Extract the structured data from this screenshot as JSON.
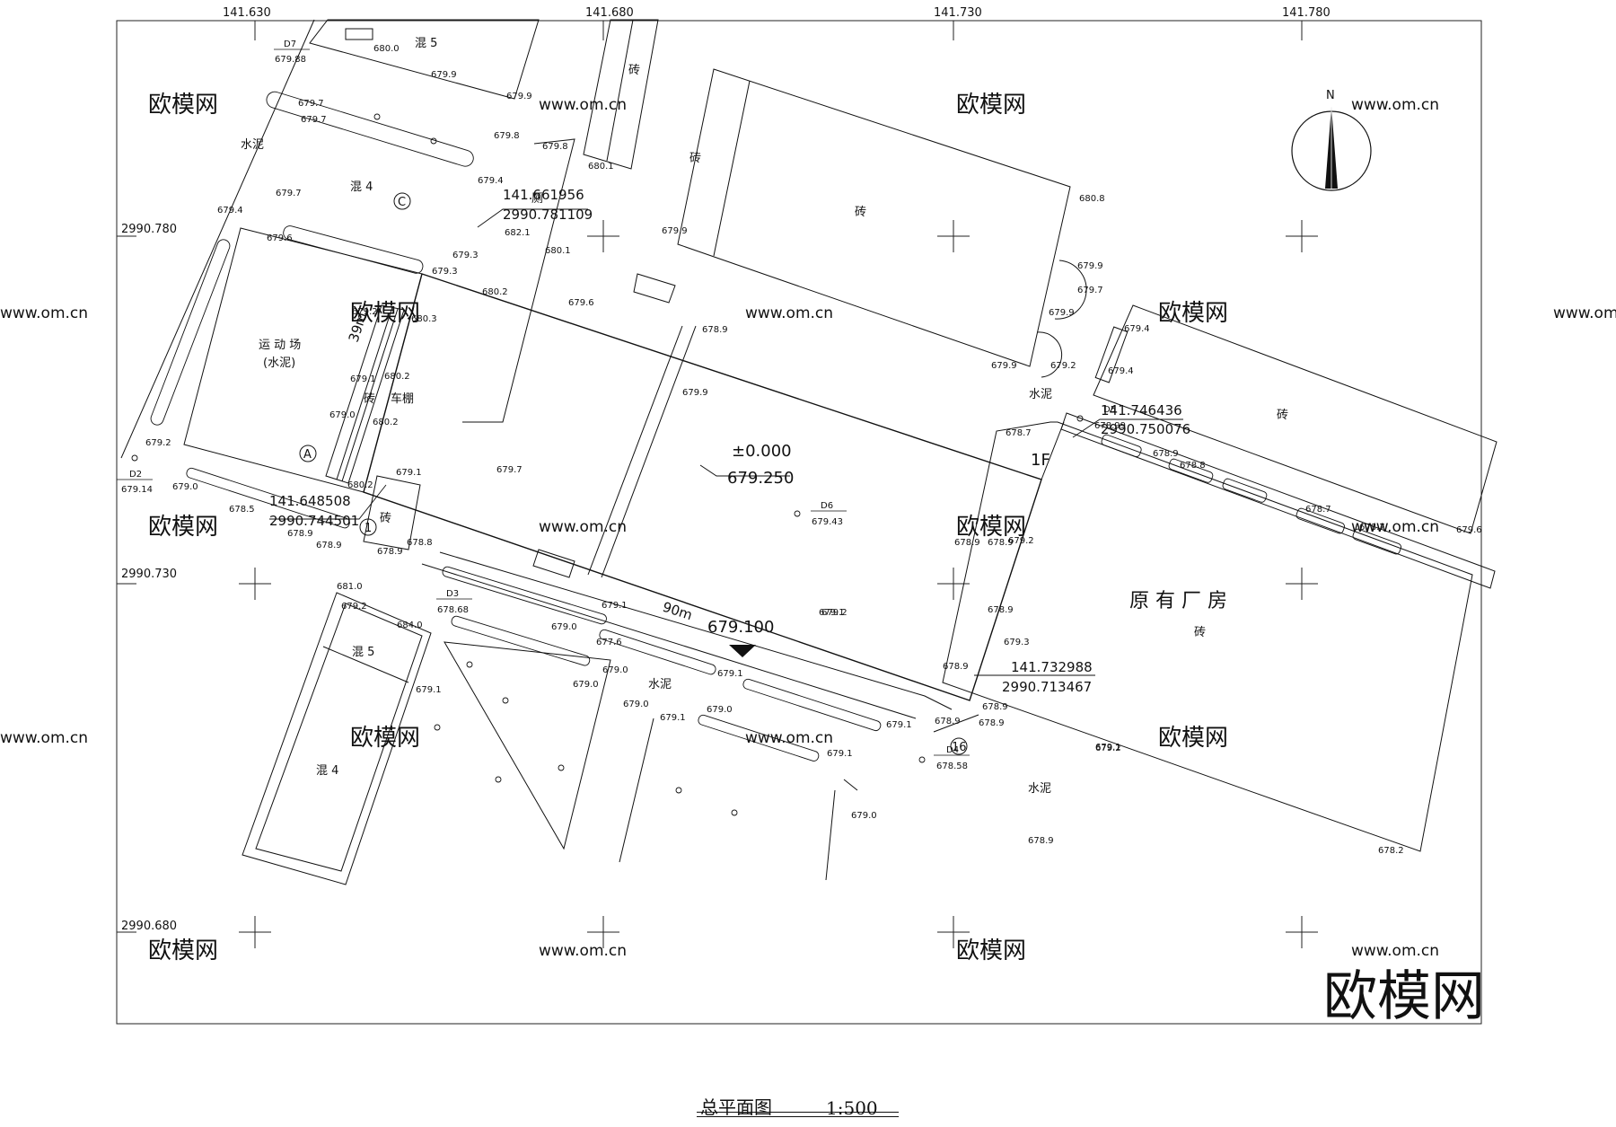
{
  "drawing": {
    "title": "总平面图",
    "scale": "1:500"
  },
  "grid": {
    "x_labels": [
      "141.630",
      "141.680",
      "141.730",
      "141.780"
    ],
    "y_labels": [
      "2990.780",
      "2990.730",
      "2990.680"
    ]
  },
  "north_arrow": {
    "label": "N"
  },
  "watermark": {
    "text": "欧模网",
    "url": "www.om.cn",
    "corner_text": "欧模网"
  },
  "buildings": {
    "hun5_top": "混 5",
    "hun4_top": "混 4",
    "brick_top1": "砖",
    "brick_top2": "砖",
    "brick_main": "砖",
    "brick_right": "砖",
    "existing_plant": "原 有 厂 房",
    "existing_plant_material": "砖",
    "hun5_bottom": "混 5",
    "hun4_bottom": "混 4",
    "bike_shed": "车棚",
    "bike_shed_material": "砖",
    "toilet": "厕",
    "small_brick": "砖",
    "floor_mark": "1F"
  },
  "areas": {
    "cement_left": "水泥",
    "sports_field": "运 动 场",
    "sports_field_sub": "(水泥)",
    "cement_mid": "水泥",
    "cement_right": "水泥",
    "cement_bottom": "水泥"
  },
  "axes": {
    "A": "A",
    "C": "C",
    "one": "1",
    "sixteen": "16"
  },
  "dims": {
    "width": "39m",
    "length": "90m"
  },
  "benchmarks": [
    {
      "name": "D7",
      "elev": "679.88"
    },
    {
      "name": "D2",
      "elev": "679.14"
    },
    {
      "name": "D3",
      "elev": "678.68"
    },
    {
      "name": "D6",
      "elev": "679.43"
    },
    {
      "name": "D5",
      "elev": "678.99"
    },
    {
      "name": "D4",
      "elev": "678.58"
    }
  ],
  "datum": {
    "zero": "±0.000",
    "zero_elev": "679.250",
    "ground_elev": "679.100"
  },
  "corner_coords": [
    {
      "x": "141.661956",
      "y": "2990.781109"
    },
    {
      "x": "141.746436",
      "y": "2990.750076"
    },
    {
      "x": "141.648508",
      "y": "2990.744501"
    },
    {
      "x": "141.732988",
      "y": "2990.713467"
    }
  ],
  "elevations": [
    "680.0",
    "679.9",
    "679.9",
    "679.7",
    "679.7",
    "679.8",
    "679.4",
    "679.7",
    "679.8",
    "680.1",
    "679.4",
    "679.6",
    "679.3",
    "682.1",
    "680.1",
    "679.3",
    "680.2",
    "679.9",
    "680.8",
    "679.6",
    "678.9",
    "679.2",
    "680.3",
    "679.1",
    "680.2",
    "679.0",
    "680.2",
    "679.9",
    "679.9",
    "679.7",
    "679.9",
    "679.9",
    "679.2",
    "679.4",
    "679.4",
    "679.2",
    "679.0",
    "678.5",
    "680.2",
    "679.1",
    "679.7",
    "678.7",
    "678.9",
    "678.9",
    "678.9",
    "678.8",
    "678.9",
    "678.8",
    "678.7",
    "678.7",
    "679.6",
    "678.9",
    "681.0",
    "679.2",
    "684.0",
    "679.1",
    "679.0",
    "677.6",
    "679.1",
    "678.9",
    "679.2",
    "679.1",
    "679.0",
    "679.0",
    "679.1",
    "679.0",
    "679.0",
    "679.1",
    "679.1",
    "679.1",
    "679.3",
    "678.9",
    "678.9",
    "678.9",
    "679.1",
    "679.2",
    "679.0",
    "678.9",
    "678.2",
    "679.2",
    "678.9",
    "678.9"
  ]
}
